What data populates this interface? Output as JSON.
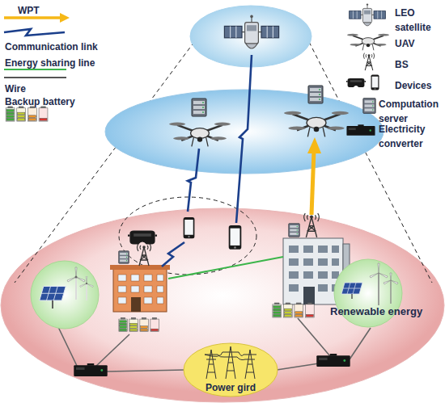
{
  "diagram": {
    "nodes": [
      {
        "text": [
          "Power gird"
        ]
      },
      {
        "text": [
          "Renewable energy"
        ]
      }
    ],
    "legend": [
      {
        "text": "WPT"
      },
      {
        "text": "Communication link"
      },
      {
        "text": "Energy sharing line"
      },
      {
        "text": "Wire"
      },
      {
        "text": "Backup battery"
      },
      {
        "text": "LEO satellite"
      },
      {
        "text": "UAV"
      },
      {
        "text": "BS"
      },
      {
        "text": "Devices"
      },
      {
        "text": "Computation server"
      },
      {
        "text": "Electricity converter"
      }
    ]
  }
}
